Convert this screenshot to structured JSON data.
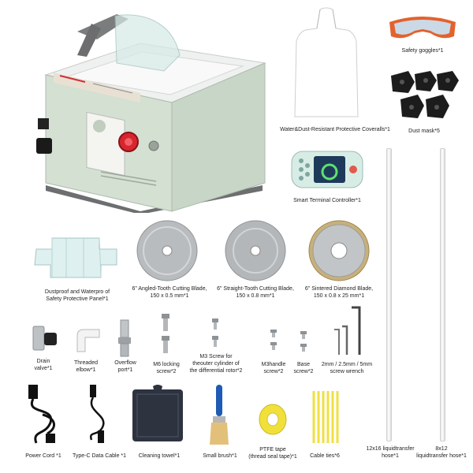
{
  "labels": {
    "goggles": "Safety goggles*1",
    "coveralls": "Water&Dust-Resistant Protective Coveralls*1",
    "mask": "Dust mask*5",
    "controller": "Smart Terminal Controller*1",
    "panel_1": "Dustproof and Waterpro of",
    "panel_2": "Safety Protective Panel*1",
    "blade_angled_1": "6\" Angled-Tooth Cutting Blade,",
    "blade_angled_2": "150 x 0.5 mm*1",
    "blade_straight_1": "6\" Straight-Tooth Cutting Blade,",
    "blade_straight_2": "150 x 0.8 mm*1",
    "blade_diamond_1": "6\" Sintered Diamond Blade,",
    "blade_diamond_2": "150 x 0.8 x 25 mm*1",
    "drain_1": "Drain",
    "drain_2": "valve*1",
    "elbow_1": "Threaded",
    "elbow_2": "elbow*1",
    "overflow_1": "Overflow",
    "overflow_2": "port*1",
    "m6_1": "M6 locking",
    "m6_2": "screw*2",
    "m3_1": "M3 Screw for",
    "m3_2": "theouter cylinder of",
    "m3_3": "the differential rotor*2",
    "m3handle_1": "M3handle",
    "m3handle_2": "screw*2",
    "base_1": "Base",
    "base_2": "screw*2",
    "wrench_1": "2mm / 2.5mm / 5mm",
    "wrench_2": "screw wrench",
    "hose12_1": "12x16 liquidtransfer",
    "hose12_2": "hose*1",
    "hose8_1": "8x12",
    "hose8_2": "liquidtransfer hose*1",
    "power_cord": "Power Cord *1",
    "typec": "Type-C Data Cable *1",
    "towel": "Cleaning towel*1",
    "brush": "Small brush*1",
    "ptfe_1": "PTFE tape",
    "ptfe_2": "(thread seal tape)*1",
    "cable_ties": "Cable ties*6"
  },
  "colors": {
    "machine_body": "#d3e0d2",
    "machine_top": "#eef1ef",
    "machine_base": "#6c6e70",
    "stop_button": "#d8262e",
    "controller_body": "#d8ece6",
    "controller_screen": "#1e3a5a",
    "blade_metal": "#b9bcbf",
    "diamond_rim": "#c7b07a",
    "mask": "#1c1c1c",
    "goggle_frame": "#e3622d",
    "goggle_lens": "#cbd9e6",
    "towel": "#2e3340",
    "brush_handle": "#1e5bb4",
    "brush_bristle": "#e3c07a",
    "ptfe_tape": "#f2e03a",
    "cable_tie": "#f0e040"
  },
  "icons": {
    "machine": "cutting-machine-icon",
    "goggles": "safety-goggles-icon",
    "coveralls": "apron-icon",
    "mask": "dust-mask-icon",
    "controller": "controller-icon",
    "panel": "protective-panel-icon",
    "blade": "saw-blade-icon",
    "valve": "drain-valve-icon",
    "elbow": "elbow-fitting-icon",
    "overflow": "overflow-port-icon",
    "screw": "screw-icon",
    "wrench": "hex-wrench-icon",
    "hose": "hose-icon",
    "cord": "power-cord-icon",
    "cable": "usb-c-cable-icon",
    "towel": "towel-icon",
    "brush": "brush-icon",
    "tape": "ptfe-tape-icon",
    "tie": "cable-tie-icon"
  }
}
